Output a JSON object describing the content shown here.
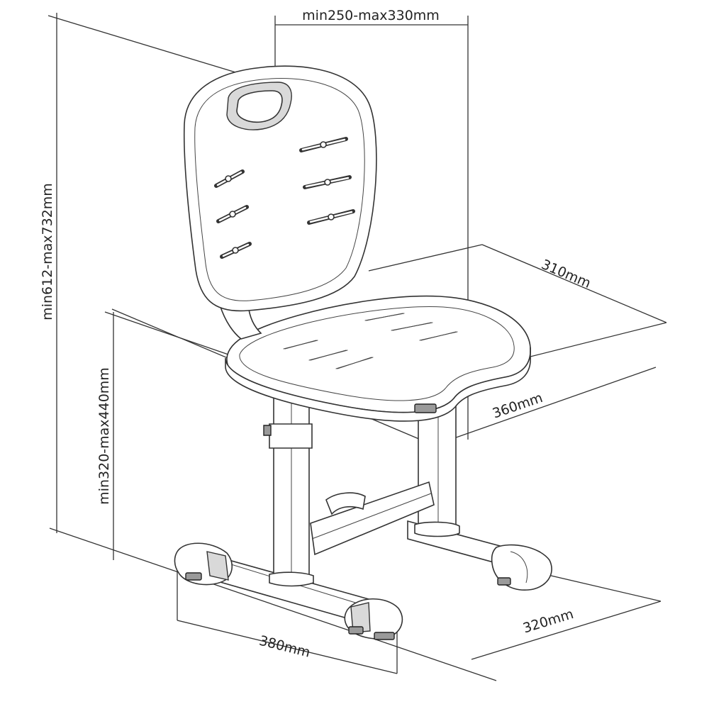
{
  "dimensions": {
    "backrest_height": "min250-max330mm",
    "total_height": "min612-max732mm",
    "seat_height": "min320-max440mm",
    "seat_depth": "310mm",
    "seat_width": "360mm",
    "base_depth": "320mm",
    "base_width": "380mm"
  },
  "colors": {
    "line": "#333333",
    "fill": "#ffffff",
    "shade": "#d9d9d9"
  }
}
